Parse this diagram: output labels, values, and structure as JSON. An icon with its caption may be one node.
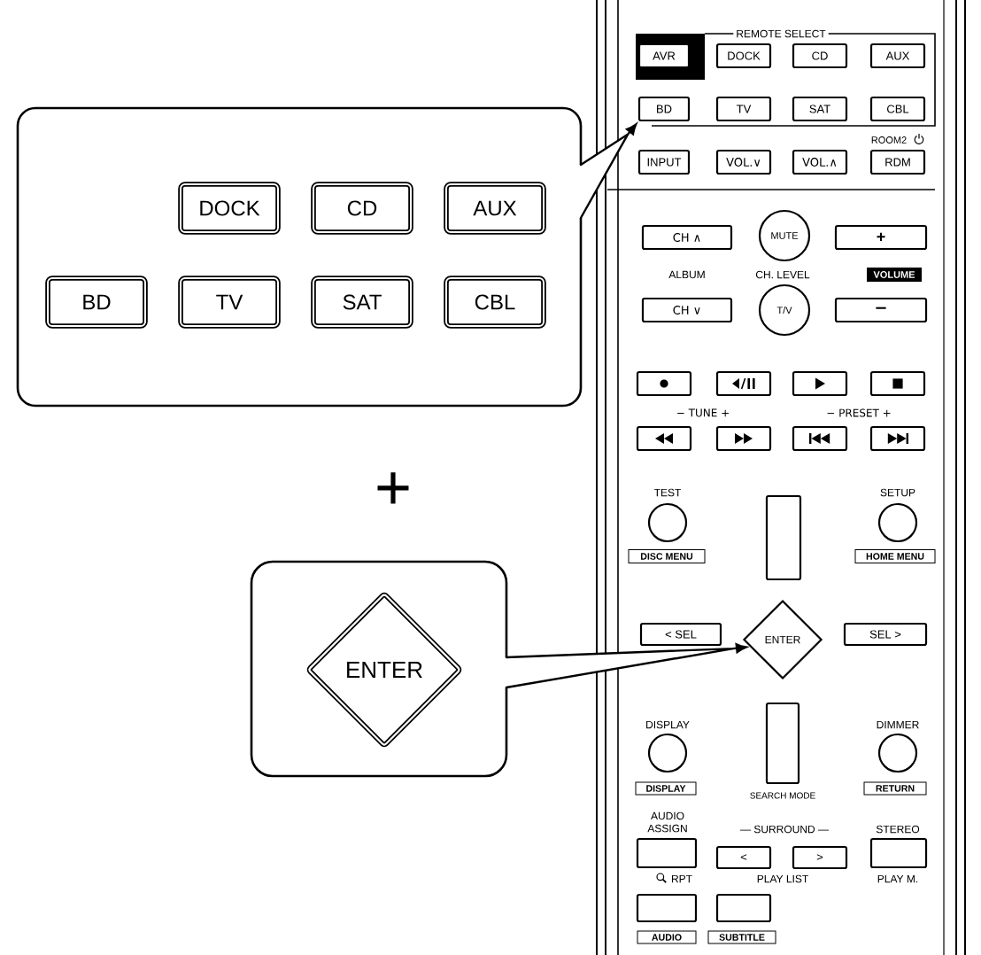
{
  "diagram": {
    "nodes": [
      {
        "text": [],
        "shape": "box"
      },
      {
        "text": [
          "DOCK"
        ],
        "in": 0
      },
      {
        "text": [
          "CD"
        ],
        "in": 0
      },
      {
        "text": [
          "AUX"
        ],
        "in": 0
      },
      {
        "text": [
          "BD"
        ],
        "in": 0
      },
      {
        "text": [
          "TV"
        ],
        "in": 0
      },
      {
        "text": [
          "SAT"
        ],
        "in": 0
      },
      {
        "text": [
          "CBL"
        ],
        "in": 0
      },
      {
        "text": [],
        "shape": "box"
      },
      {
        "text": [
          "ENTER"
        ],
        "in": 8
      },
      {
        "text": [
          "AVR"
        ]
      },
      {
        "text": [
          "DOCK"
        ]
      },
      {
        "text": [
          "CD"
        ]
      },
      {
        "text": [
          "AUX"
        ]
      },
      {
        "text": [
          "BD"
        ]
      },
      {
        "text": [
          "TV"
        ]
      },
      {
        "text": [
          "SAT"
        ]
      },
      {
        "text": [
          "CBL"
        ]
      },
      {
        "text": [
          "INPUT"
        ]
      },
      {
        "text": [
          "VOL.∨"
        ]
      },
      {
        "text": [
          "VOL.∧"
        ]
      },
      {
        "text": [
          "RDM"
        ]
      },
      {
        "text": [
          "CH ∧"
        ]
      },
      {
        "text": [
          "MUTE"
        ]
      },
      {
        "text": [
          "+"
        ]
      },
      {
        "text": [
          "VOLUME"
        ]
      },
      {
        "text": [
          "CH ∨"
        ]
      },
      {
        "text": [
          "T/V"
        ]
      },
      {
        "text": [
          "−"
        ]
      },
      {
        "text": [],
        "shape": "box"
      },
      {
        "text": [],
        "shape": "box"
      },
      {
        "text": [],
        "shape": "box"
      },
      {
        "text": [],
        "shape": "box"
      },
      {
        "text": [],
        "shape": "box"
      },
      {
        "text": [],
        "shape": "box"
      },
      {
        "text": [],
        "shape": "box"
      },
      {
        "text": [],
        "shape": "box"
      },
      {
        "text": [],
        "shape": "circle",
        "beside": [
          "TEST"
        ]
      },
      {
        "text": [],
        "shape": "box"
      },
      {
        "text": [],
        "shape": "circle",
        "beside": [
          "SETUP"
        ]
      },
      {
        "text": [
          "DISC MENU"
        ]
      },
      {
        "text": [
          "HOME MENU"
        ]
      },
      {
        "text": [
          "< SEL"
        ]
      },
      {
        "text": [
          "ENTER"
        ]
      },
      {
        "text": [
          "SEL >"
        ]
      },
      {
        "text": [],
        "shape": "circle",
        "beside": [
          "DISPLAY"
        ]
      },
      {
        "text": [],
        "shape": "box"
      },
      {
        "text": [],
        "shape": "circle",
        "beside": [
          "DIMMER"
        ]
      },
      {
        "text": [
          "DISPLAY"
        ]
      },
      {
        "text": [
          "RETURN"
        ]
      },
      {
        "text": [],
        "shape": "box"
      },
      {
        "text": [
          "<"
        ]
      },
      {
        "text": [
          ">"
        ]
      },
      {
        "text": [],
        "shape": "box"
      },
      {
        "text": [],
        "shape": "box"
      },
      {
        "text": [],
        "shape": "box"
      },
      {
        "text": [
          "AUDIO"
        ]
      },
      {
        "text": [
          "SUBTITLE"
        ]
      }
    ],
    "edges": [
      {
        "from": 0,
        "to": 14,
        "arrow": "to"
      },
      {
        "from": 8,
        "to": 43,
        "arrow": "to"
      }
    ],
    "labels": [
      "REMOTE SELECT",
      "ROOM2",
      "ALBUM",
      "CH. LEVEL",
      "− TUNE +",
      "− PRESET +",
      "+",
      "SEARCH MODE",
      "AUDIO ASSIGN",
      "— SURROUND —",
      "STEREO",
      "RPT",
      "PLAY LIST",
      "PLAY M."
    ]
  }
}
